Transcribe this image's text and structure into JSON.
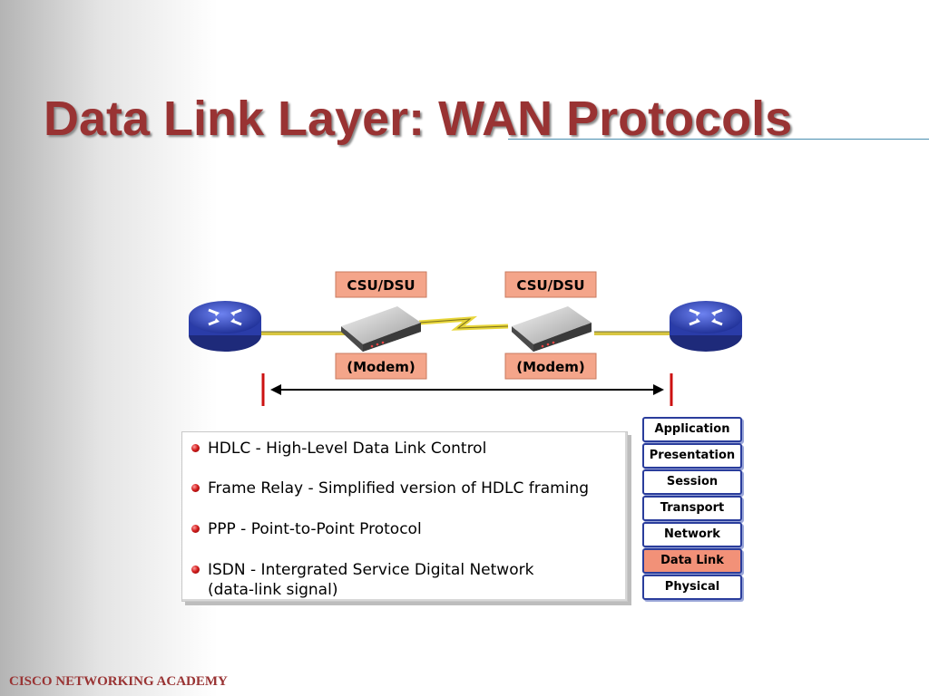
{
  "slide": {
    "title": "Data Link Layer: WAN Protocols",
    "footer": "CISCO NETWORKING ACADEMY"
  },
  "diagram": {
    "left_device": {
      "top_label": "CSU/DSU",
      "bottom_label": "(Modem)"
    },
    "right_device": {
      "top_label": "CSU/DSU",
      "bottom_label": "(Modem)"
    }
  },
  "protocols": [
    {
      "text": "HDLC - High-Level Data Link Control"
    },
    {
      "text": "Frame Relay - Simplified version of HDLC framing"
    },
    {
      "text": "PPP - Point-to-Point Protocol"
    },
    {
      "text": "ISDN - Intergrated Service Digital Network",
      "text2": "(data-link signal)"
    }
  ],
  "osi_layers": [
    {
      "label": "Application",
      "active": false
    },
    {
      "label": "Presentation",
      "active": false
    },
    {
      "label": "Session",
      "active": false
    },
    {
      "label": "Transport",
      "active": false
    },
    {
      "label": "Network",
      "active": false
    },
    {
      "label": "Data Link",
      "active": true
    },
    {
      "label": "Physical",
      "active": false
    }
  ],
  "colors": {
    "title": "#993333",
    "router": "#2f44b8",
    "highlight_layer": "#f29178",
    "label_box": "#f4a58a",
    "serial_link": "#e8d63a"
  },
  "icons": {
    "router": "router-icon",
    "csu_dsu": "csu-dsu-icon",
    "bullet": "red-ball-bullet-icon"
  }
}
